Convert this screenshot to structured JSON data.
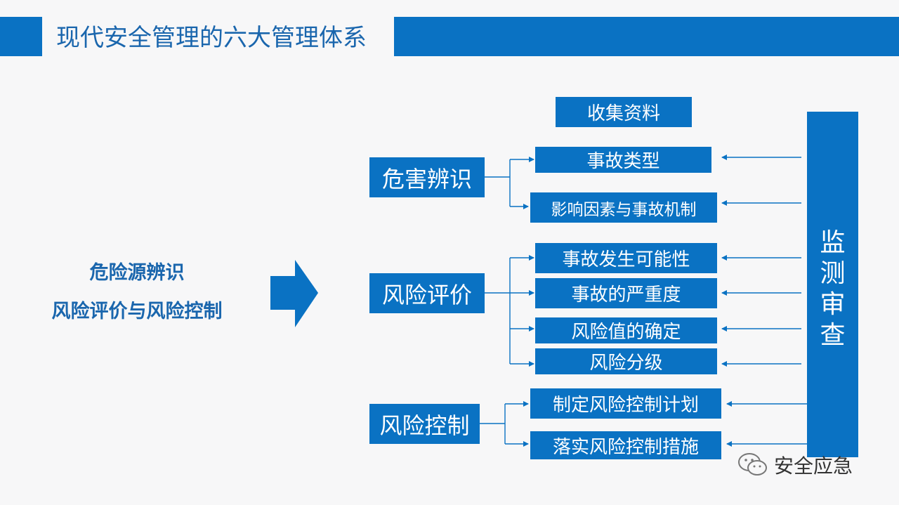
{
  "header": {
    "title": "现代安全管理的六大管理体系"
  },
  "left": {
    "line1": "危险源辨识",
    "line2": "风险评价与风险控制"
  },
  "groups": [
    {
      "label": "危害辨识"
    },
    {
      "label": "风险评价"
    },
    {
      "label": "风险控制"
    }
  ],
  "collect": "收集资料",
  "items": [
    "事故类型",
    "影响因素与事故机制",
    "事故发生可能性",
    "事故的严重度",
    "风险值的确定",
    "风险分级",
    "制定风险控制计划",
    "落实风险控制措施"
  ],
  "monitor": [
    "监",
    "测",
    "审",
    "查"
  ],
  "watermark": "安全应急",
  "colors": {
    "primary": "#0a72c3",
    "title_text": "#1a66ad",
    "background": "#f7f7f8"
  }
}
